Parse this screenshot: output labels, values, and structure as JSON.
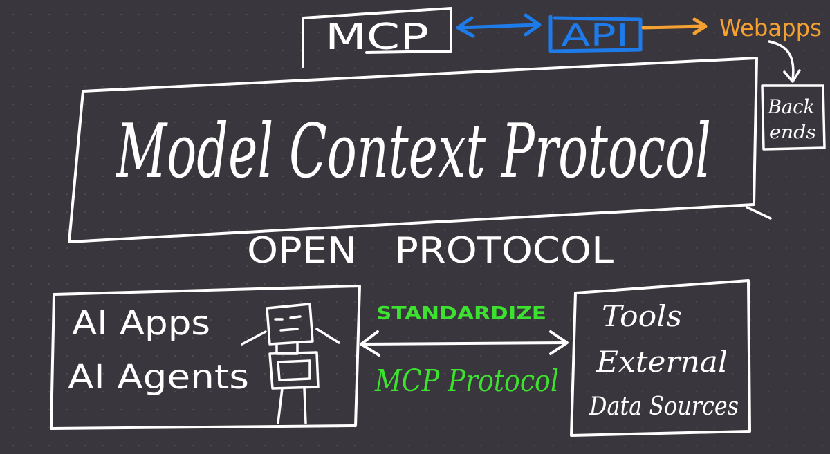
{
  "top": {
    "mcp_label": "MCP",
    "api_label": "API",
    "webapps_label": "Webapps",
    "backends_line1": "Back",
    "backends_line2": "ends"
  },
  "main": {
    "title": "Model Context Protocol",
    "subtitle": "OPEN   PROTOCOL"
  },
  "left_box": {
    "line1": "AI Apps",
    "line2": "AI Agents"
  },
  "middle": {
    "top_label": "STANDARDIZE",
    "bottom_label": "MCP Protocol"
  },
  "right_box": {
    "line1": "Tools",
    "line2": "External",
    "line3": "Data Sources"
  },
  "colors": {
    "background": "#3a363d",
    "ink": "#ffffff",
    "api_blue": "#1e7bea",
    "webapps_orange": "#f5a131",
    "green": "#3de12f"
  }
}
